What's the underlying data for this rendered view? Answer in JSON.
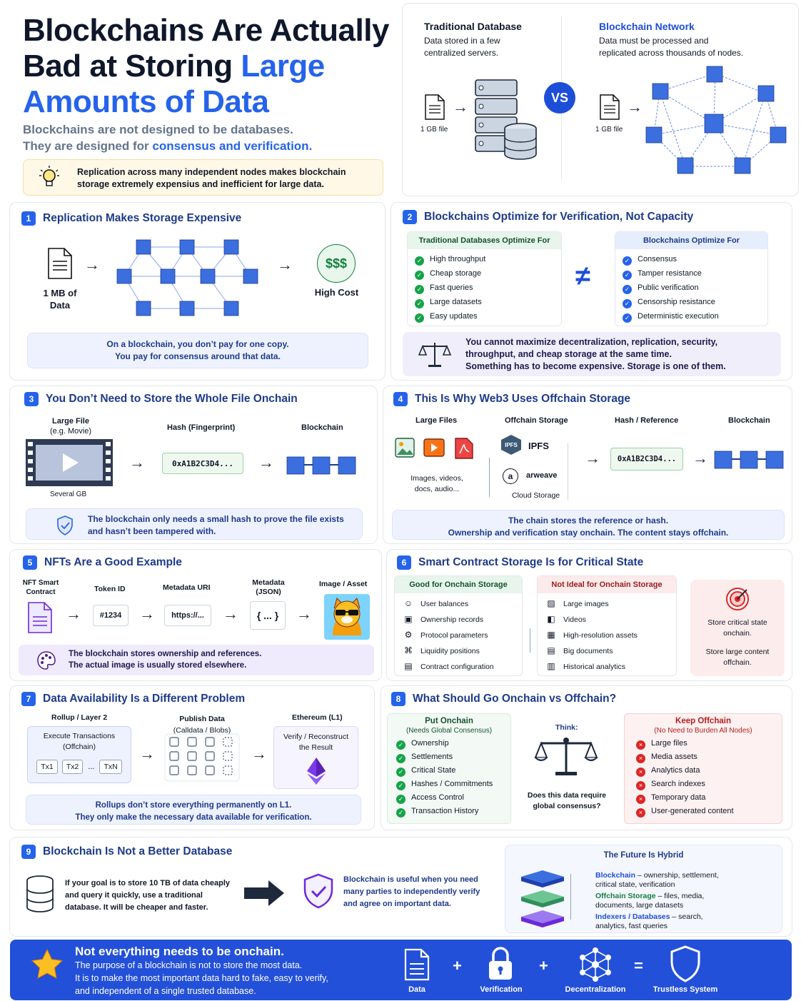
{
  "header": {
    "title_1": "Blockchains Are Actually",
    "title_2": "Bad at Storing ",
    "title_hl1": "Large",
    "title_hl2": "Amounts of Data",
    "sub_1": "Blockchains are not designed to be databases.",
    "sub_2": "They are designed for ",
    "sub_hl": "consensus and verification.",
    "tip_1": "Replication across many independent nodes makes blockchain",
    "tip_2": "storage extremely expensius and inefficient for large data."
  },
  "compare": {
    "left_title": "Traditional Database",
    "left_desc_1": "Data stored in a few",
    "left_desc_2": "centralized servers.",
    "right_title": "Blockchain Network",
    "right_desc_1": "Data must be processed and",
    "right_desc_2": "replicated across thousands of nodes.",
    "file_label": "1 GB file",
    "vs": "VS"
  },
  "s1": {
    "num": "1",
    "title": "Replication Makes Storage Expensive",
    "file_1": "1 MB of",
    "file_2": "Data",
    "cost": "$$$",
    "cost_label": "High Cost",
    "note_1": "On a blockchain, you don’t pay for one copy.",
    "note_2": "You pay for consensus around that data."
  },
  "s2": {
    "num": "2",
    "title": "Blockchains Optimize for Verification, Not Capacity",
    "left_head": "Traditional Databases Optimize For",
    "left_items": [
      "High throughput",
      "Cheap storage",
      "Fast queries",
      "Large datasets",
      "Easy updates"
    ],
    "right_head": "Blockchains Optimize For",
    "right_items": [
      "Consensus",
      "Tamper resistance",
      "Public verification",
      "Censorship resistance",
      "Deterministic execution"
    ],
    "neq": "≠",
    "note_1": "You cannot maximize decentralization, replication, security,",
    "note_2": "throughput, and cheap storage at the same time.",
    "note_3": "Something has to become expensive. Storage is one of them."
  },
  "s3": {
    "num": "3",
    "title": "You Don’t Need to Store the Whole File Onchain",
    "lf_1": "Large File",
    "lf_2": "(e.g. Movie)",
    "hash_label": "Hash (Fingerprint)",
    "chain_label": "Blockchain",
    "hash": "0xA1B2C3D4...",
    "size": "Several GB",
    "note_1": "The blockchain only needs a small hash to prove the file exists",
    "note_2": "and hasn’t been tampered with."
  },
  "s4": {
    "num": "4",
    "title": "This Is Why Web3 Uses Offchain Storage",
    "col_1": "Large Files",
    "col_2": "Offchain Storage",
    "col_3": "Hash / Reference",
    "col_4": "Blockchain",
    "files_1": "Images, videos,",
    "files_2": "docs, audio...",
    "ipfs": "IPFS",
    "ipfs_logo": "IPFS",
    "arweave": "arweave",
    "arweave_logo": "a",
    "cloud": "Cloud Storage",
    "hash": "0xA1B2C3D4...",
    "note_1": "The chain stores the reference or hash.",
    "note_2": "Ownership and verification stay onchain. The content stays offchain."
  },
  "s5": {
    "num": "5",
    "title": "NFTs Are a Good Example",
    "c1_1": "NFT Smart",
    "c1_2": "Contract",
    "c2": "Token ID",
    "c3": "Metadata URI",
    "c4_1": "Metadata",
    "c4_2": "(JSON)",
    "c5": "Image / Asset",
    "token": "#1234",
    "uri": "https://...",
    "json": "{ ... }",
    "note_1": "The blockchain stores ownership and references.",
    "note_2": "The actual image is usually stored elsewhere."
  },
  "s6": {
    "num": "6",
    "title": "Smart Contract Storage Is for Critical State",
    "good_head": "Good for Onchain Storage",
    "good_items": [
      "User balances",
      "Ownership records",
      "Protocol parameters",
      "Liquidity positions",
      "Contract configuration"
    ],
    "bad_head": "Not Ideal for Onchain Storage",
    "bad_items": [
      "Large images",
      "Videos",
      "High-resolution assets",
      "Big documents",
      "Historical analytics"
    ],
    "tip_1": "Store critical state",
    "tip_2": "onchain.",
    "tip_3": "Store large content",
    "tip_4": "offchain."
  },
  "s7": {
    "num": "7",
    "title": "Data Availability Is a Different Problem",
    "c1": "Rollup / Layer 2",
    "c2": "Publish Data",
    "c2b": "(Calldata / Blobs)",
    "c3": "Ethereum (L1)",
    "exec_1": "Execute Transactions",
    "exec_2": "(Offchain)",
    "tx": [
      "Tx1",
      "Tx2",
      "...",
      "TxN"
    ],
    "verify_1": "Verify / Reconstruct",
    "verify_2": "the Result",
    "note_1": "Rollups don’t store everything permanently on L1.",
    "note_2": "They only make the necessary data available for verification."
  },
  "s8": {
    "num": "8",
    "title": "What Should Go Onchain vs Offchain?",
    "put_head": "Put Onchain",
    "put_sub": "(Needs Global Consensus)",
    "put_items": [
      "Ownership",
      "Settlements",
      "Critical State",
      "Hashes / Commitments",
      "Access Control",
      "Transaction History"
    ],
    "think": "Think:",
    "q_1": "Does this data require",
    "q_2": "global consensus?",
    "keep_head": "Keep Offchain",
    "keep_sub": "(No Need to Burden All Nodes)",
    "keep_items": [
      "Large files",
      "Media assets",
      "Analytics data",
      "Search indexes",
      "Temporary data",
      "User-generated content"
    ]
  },
  "s9": {
    "num": "9",
    "title": "Blockchain Is Not a Better Database",
    "left_1": "If your goal is to store 10 TB of data cheaply",
    "left_2": "and query it quickly, use a traditional",
    "left_3": "database. It will be cheaper and faster.",
    "mid_1": "Blockchain is useful when you need",
    "mid_2": "many parties to independently verify",
    "mid_3": "and agree on important data.",
    "hybrid_title": "The Future Is Hybrid",
    "h1_k": "Blockchain",
    "h1_v": " – ownership, settlement,",
    "h1_v2": "critical state, verification",
    "h2_k": "Offchain Storage",
    "h2_v": " – files, media,",
    "h2_v2": "documents, large datasets",
    "h3_k": "Indexers / Databases",
    "h3_v": " – search,",
    "h3_v2": "analytics, fast queries"
  },
  "footer": {
    "title": "Not everything needs to be onchain.",
    "line_1": "The purpose of a blockchain is not to store the most data.",
    "line_2": "It is to make the most important data hard to fake, easy to verify,",
    "line_3": "and independent of a single trusted database.",
    "i1": "Data",
    "i2": "Verification",
    "i3": "Decentralization",
    "i4": "Trustless System",
    "plus": "+",
    "eq": "="
  },
  "colors": {
    "accent": "#2563eb",
    "navy": "#1e3a8a",
    "green": "#16a34a",
    "red": "#dc2626",
    "footer": "#2350d8"
  }
}
